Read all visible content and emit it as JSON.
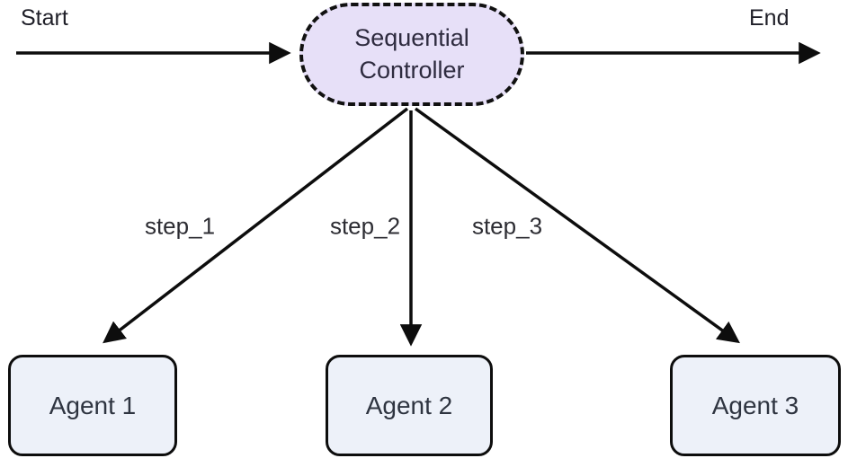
{
  "diagram": {
    "type": "flowchart",
    "start": {
      "label": "Start"
    },
    "end": {
      "label": "End"
    },
    "controller": {
      "label_line1": "Sequential",
      "label_line2": "Controller",
      "shape": "stadium-dashed"
    },
    "edges": [
      {
        "from": "Sequential Controller",
        "to": "Agent 1",
        "label": "step_1"
      },
      {
        "from": "Sequential Controller",
        "to": "Agent 2",
        "label": "step_2"
      },
      {
        "from": "Sequential Controller",
        "to": "Agent 3",
        "label": "step_3"
      }
    ],
    "agents": [
      {
        "label": "Agent 1"
      },
      {
        "label": "Agent 2"
      },
      {
        "label": "Agent 3"
      }
    ],
    "colors": {
      "background": "#ffffff",
      "controller_fill": "#e7e0f8",
      "controller_border": "#111111",
      "controller_text": "#2e2b3f",
      "agent_fill": "#edf1f9",
      "agent_border": "#0d0d0d",
      "agent_text": "#2e3440",
      "arrow": "#0d0d0d",
      "label_text": "#2d2d33"
    }
  }
}
